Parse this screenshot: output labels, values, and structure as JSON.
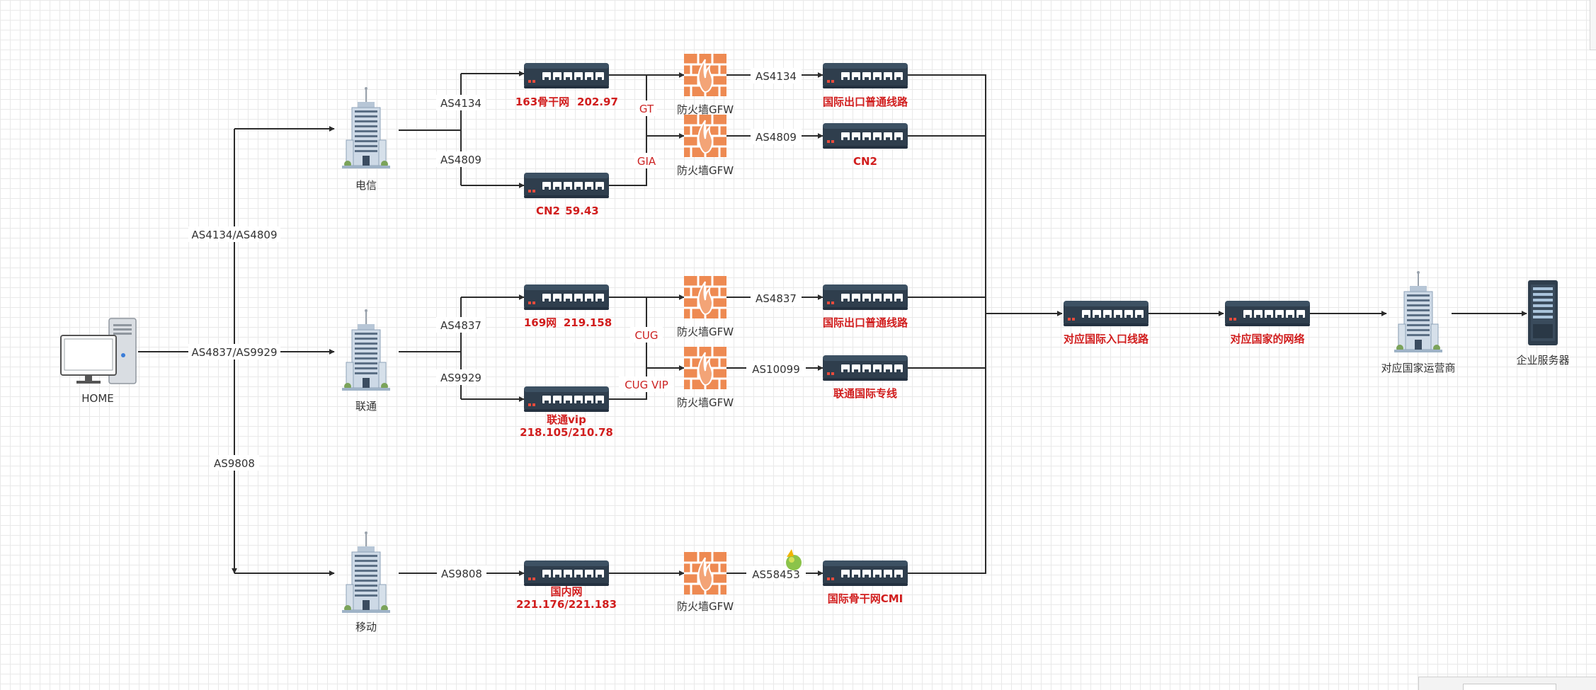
{
  "nodes": {
    "home": "HOME",
    "dianxin": "电信",
    "liantong": "联通",
    "yidong": "移动",
    "r163_a": "163骨干网",
    "r163_b": "202.97",
    "cn2_a": "CN2",
    "cn2_b": "59.43",
    "r169_a": "169网",
    "r169_b": "219.158",
    "lt_vip_1": "联通vip",
    "lt_vip_2": "218.105/210.78",
    "domestic_1": "国内网",
    "domestic_2": "221.176/221.183",
    "fw": "防火墙GFW",
    "intl_ct": "国际出口普通线路",
    "cn2_out": "CN2",
    "intl_cu": "国际出口普通线路",
    "cu_intl": "联通国际专线",
    "cmi": "国际骨干网CMI",
    "entry": "对应国际入口线路",
    "country_net": "对应国家的网络",
    "carrier": "对应国家运营商",
    "server": "企业服务器"
  },
  "edges": {
    "as4134_as4809": "AS4134/AS4809",
    "as4837_as9929": "AS4837/AS9929",
    "as9808_home": "AS9808",
    "as4134": "AS4134",
    "as4809": "AS4809",
    "as4837": "AS4837",
    "as9929": "AS9929",
    "as9808": "AS9808",
    "gt": "GT",
    "gia": "GIA",
    "cug": "CUG",
    "cug_vip": "CUG VIP",
    "as4134_out": "AS4134",
    "as4809_out": "AS4809",
    "as4837_out": "AS4837",
    "as10099": "AS10099",
    "as58453": "AS58453"
  },
  "colors": {
    "accent_text": "#d11d1d",
    "firewall": "#ee8a52",
    "router": "#2f3e4d"
  }
}
